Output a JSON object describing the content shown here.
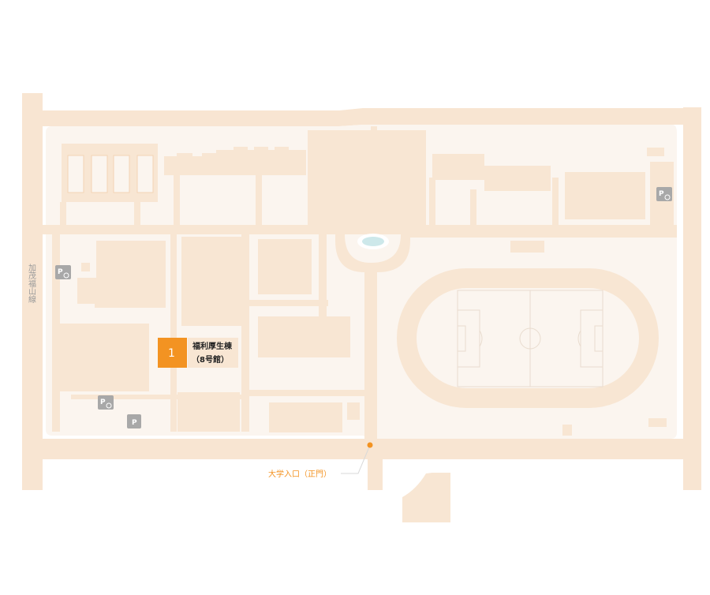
{
  "colors": {
    "road": "#f8e5d2",
    "campus": "#fbf5ef",
    "building": "#f8e6d3",
    "highlight": "#f39322",
    "parking": "#a8a8a8",
    "road_label": "#9a9a9a"
  },
  "road": {
    "name_chars": [
      "加",
      "茂",
      "福",
      "山",
      "線"
    ]
  },
  "marker": {
    "number": "1",
    "label_line1": "福利厚生棟",
    "label_line2": "（8号館）"
  },
  "entrance": {
    "label": "大学入口（正門）"
  },
  "parking": {
    "icons": [
      {
        "kind": "parking-accessible",
        "text": "P"
      },
      {
        "kind": "parking-accessible",
        "text": "P"
      },
      {
        "kind": "parking",
        "text": "P"
      },
      {
        "kind": "parking-accessible",
        "text": "P"
      }
    ]
  }
}
